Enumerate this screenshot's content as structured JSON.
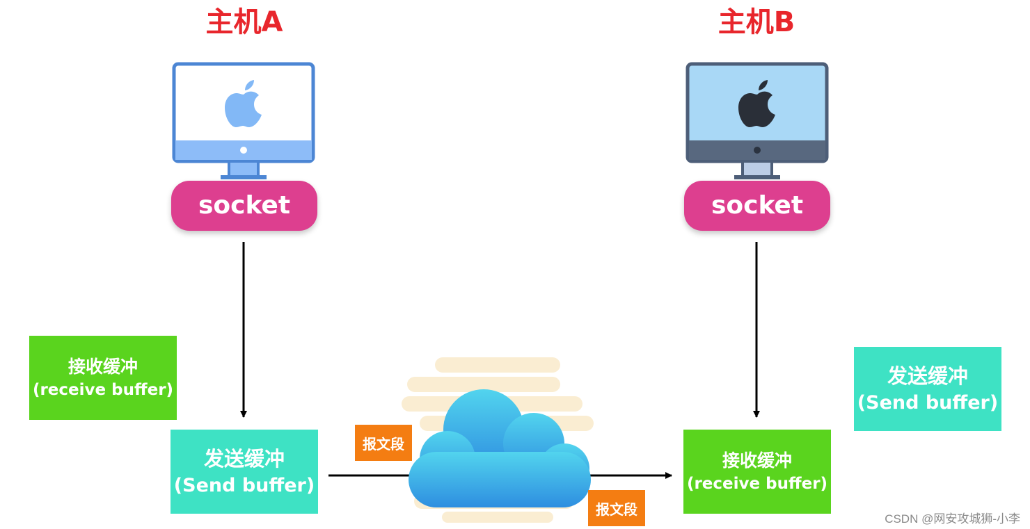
{
  "hosts": {
    "a": {
      "title": "主机A",
      "socket": "socket"
    },
    "b": {
      "title": "主机B",
      "socket": "socket"
    }
  },
  "buffers": {
    "a_receive": {
      "zh": "接收缓冲",
      "en": "(receive buffer)"
    },
    "a_send": {
      "zh": "发送缓冲",
      "en": "(Send buffer)"
    },
    "b_receive": {
      "zh": "接收缓冲",
      "en": "(receive buffer)"
    },
    "b_send": {
      "zh": "发送缓冲",
      "en": "(Send buffer)"
    }
  },
  "segments": {
    "left": "报文段",
    "right": "报文段"
  },
  "watermark": "CSDN @网安攻城狮-小李",
  "colors": {
    "host_title": "#e8262c",
    "socket": "#dd3f8f",
    "receive_buffer": "#5ad41e",
    "send_buffer": "#3ee2c4",
    "segment": "#f47d12"
  },
  "icons": [
    "computer-icon",
    "apple-logo-icon",
    "cloud-icon"
  ]
}
